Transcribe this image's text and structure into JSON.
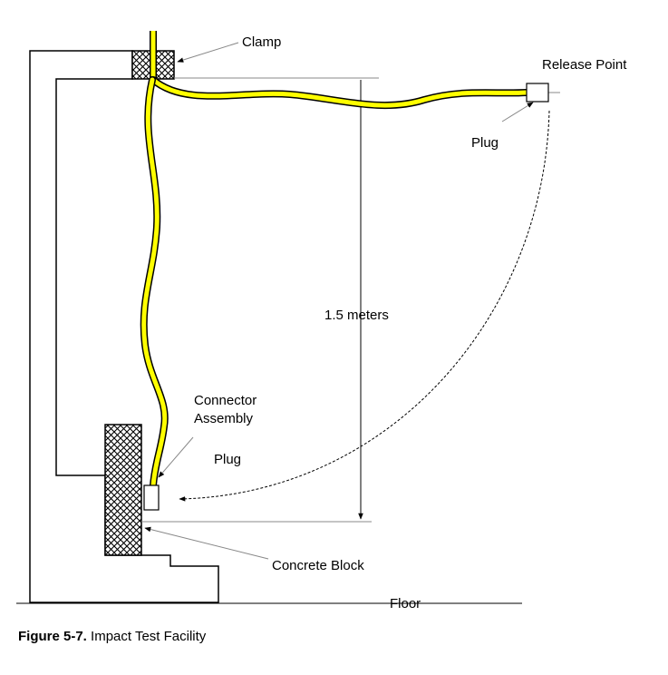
{
  "labels": {
    "clamp": "Clamp",
    "release_point": "Release Point",
    "plug_top": "Plug",
    "height": "1.5 meters",
    "connector_assembly_line1": "Connector",
    "connector_assembly_line2": "Assembly",
    "plug_bottom": "Plug",
    "concrete_block": "Concrete Block",
    "floor": "Floor"
  },
  "caption": {
    "number": "Figure 5-7.",
    "title": " Impact Test Facility"
  },
  "colors": {
    "cable": "#ffff00",
    "outline": "#000000",
    "guide": "#888888"
  }
}
